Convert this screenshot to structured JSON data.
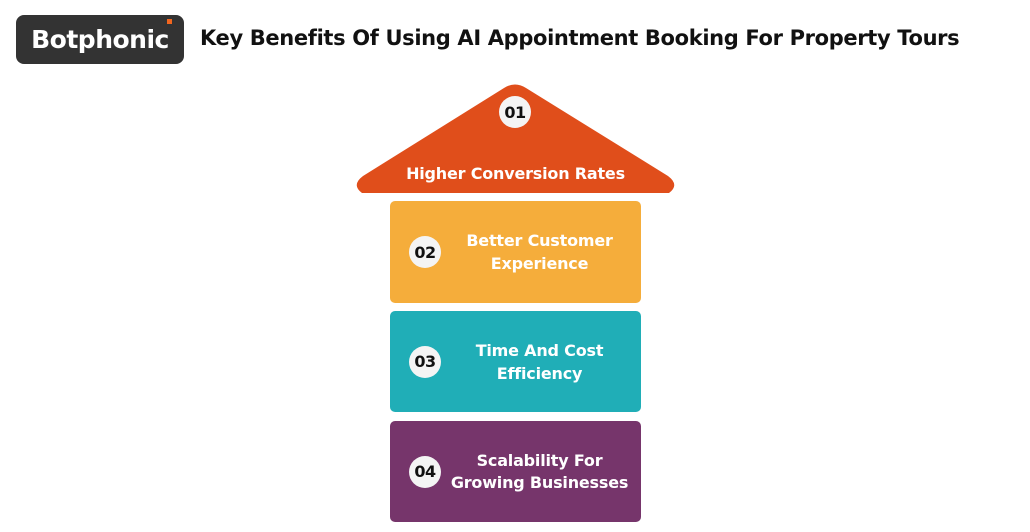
{
  "brand": {
    "name": "Botphonic",
    "bg_color": "#333333",
    "accent_color": "#f2661f"
  },
  "title": "Key Benefits Of Using AI Appointment Booking For Property Tours",
  "benefits": [
    {
      "number": "01",
      "label": "Higher Conversion Rates",
      "color": "#e04e1b",
      "shape": "triangle"
    },
    {
      "number": "02",
      "label": "Better Customer Experience",
      "color": "#f5ad3b",
      "shape": "rectangle"
    },
    {
      "number": "03",
      "label": "Time And Cost Efficiency",
      "color": "#20aeb7",
      "shape": "rectangle"
    },
    {
      "number": "04",
      "label": "Scalability For Growing Businesses",
      "color": "#76356b",
      "shape": "rectangle"
    }
  ]
}
